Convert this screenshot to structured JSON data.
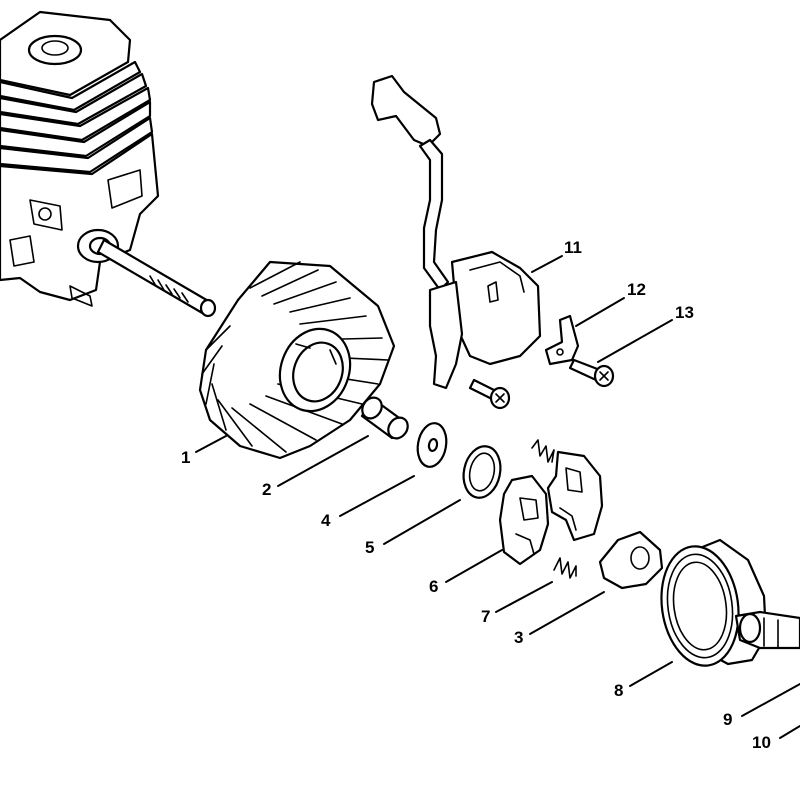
{
  "callouts": [
    {
      "id": "1",
      "label": "1",
      "part": "flywheel"
    },
    {
      "id": "2",
      "label": "2",
      "part": "sleeve"
    },
    {
      "id": "4",
      "label": "4",
      "part": "washer"
    },
    {
      "id": "5",
      "label": "5",
      "part": "spacer-ring"
    },
    {
      "id": "6",
      "label": "6",
      "part": "clutch-shoes"
    },
    {
      "id": "7",
      "label": "7",
      "part": "clutch-spring"
    },
    {
      "id": "3",
      "label": "3",
      "part": "clutch-carrier"
    },
    {
      "id": "8",
      "label": "8",
      "part": "clutch-drum"
    },
    {
      "id": "9",
      "label": "9",
      "part": "drum-shaft"
    },
    {
      "id": "10",
      "label": "10",
      "part": "shaft-end"
    },
    {
      "id": "11",
      "label": "11",
      "part": "ignition-module"
    },
    {
      "id": "12",
      "label": "12",
      "part": "ground-tab"
    },
    {
      "id": "13",
      "label": "13",
      "part": "screw"
    }
  ],
  "colors": {
    "line": "#000000",
    "background": "#ffffff"
  }
}
